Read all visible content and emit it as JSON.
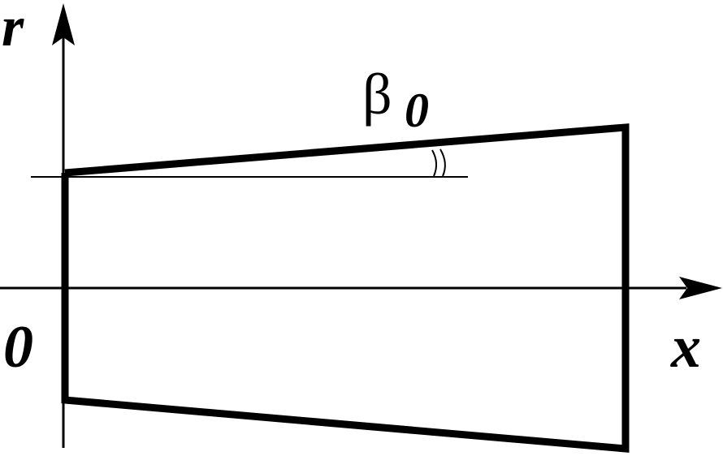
{
  "diagram": {
    "axes": {
      "vertical_label": "r",
      "horizontal_label": "x",
      "origin_label": "0"
    },
    "angle": {
      "symbol": "β",
      "subscript": "0"
    },
    "colors": {
      "stroke": "#000000",
      "background": "#ffffff"
    }
  }
}
